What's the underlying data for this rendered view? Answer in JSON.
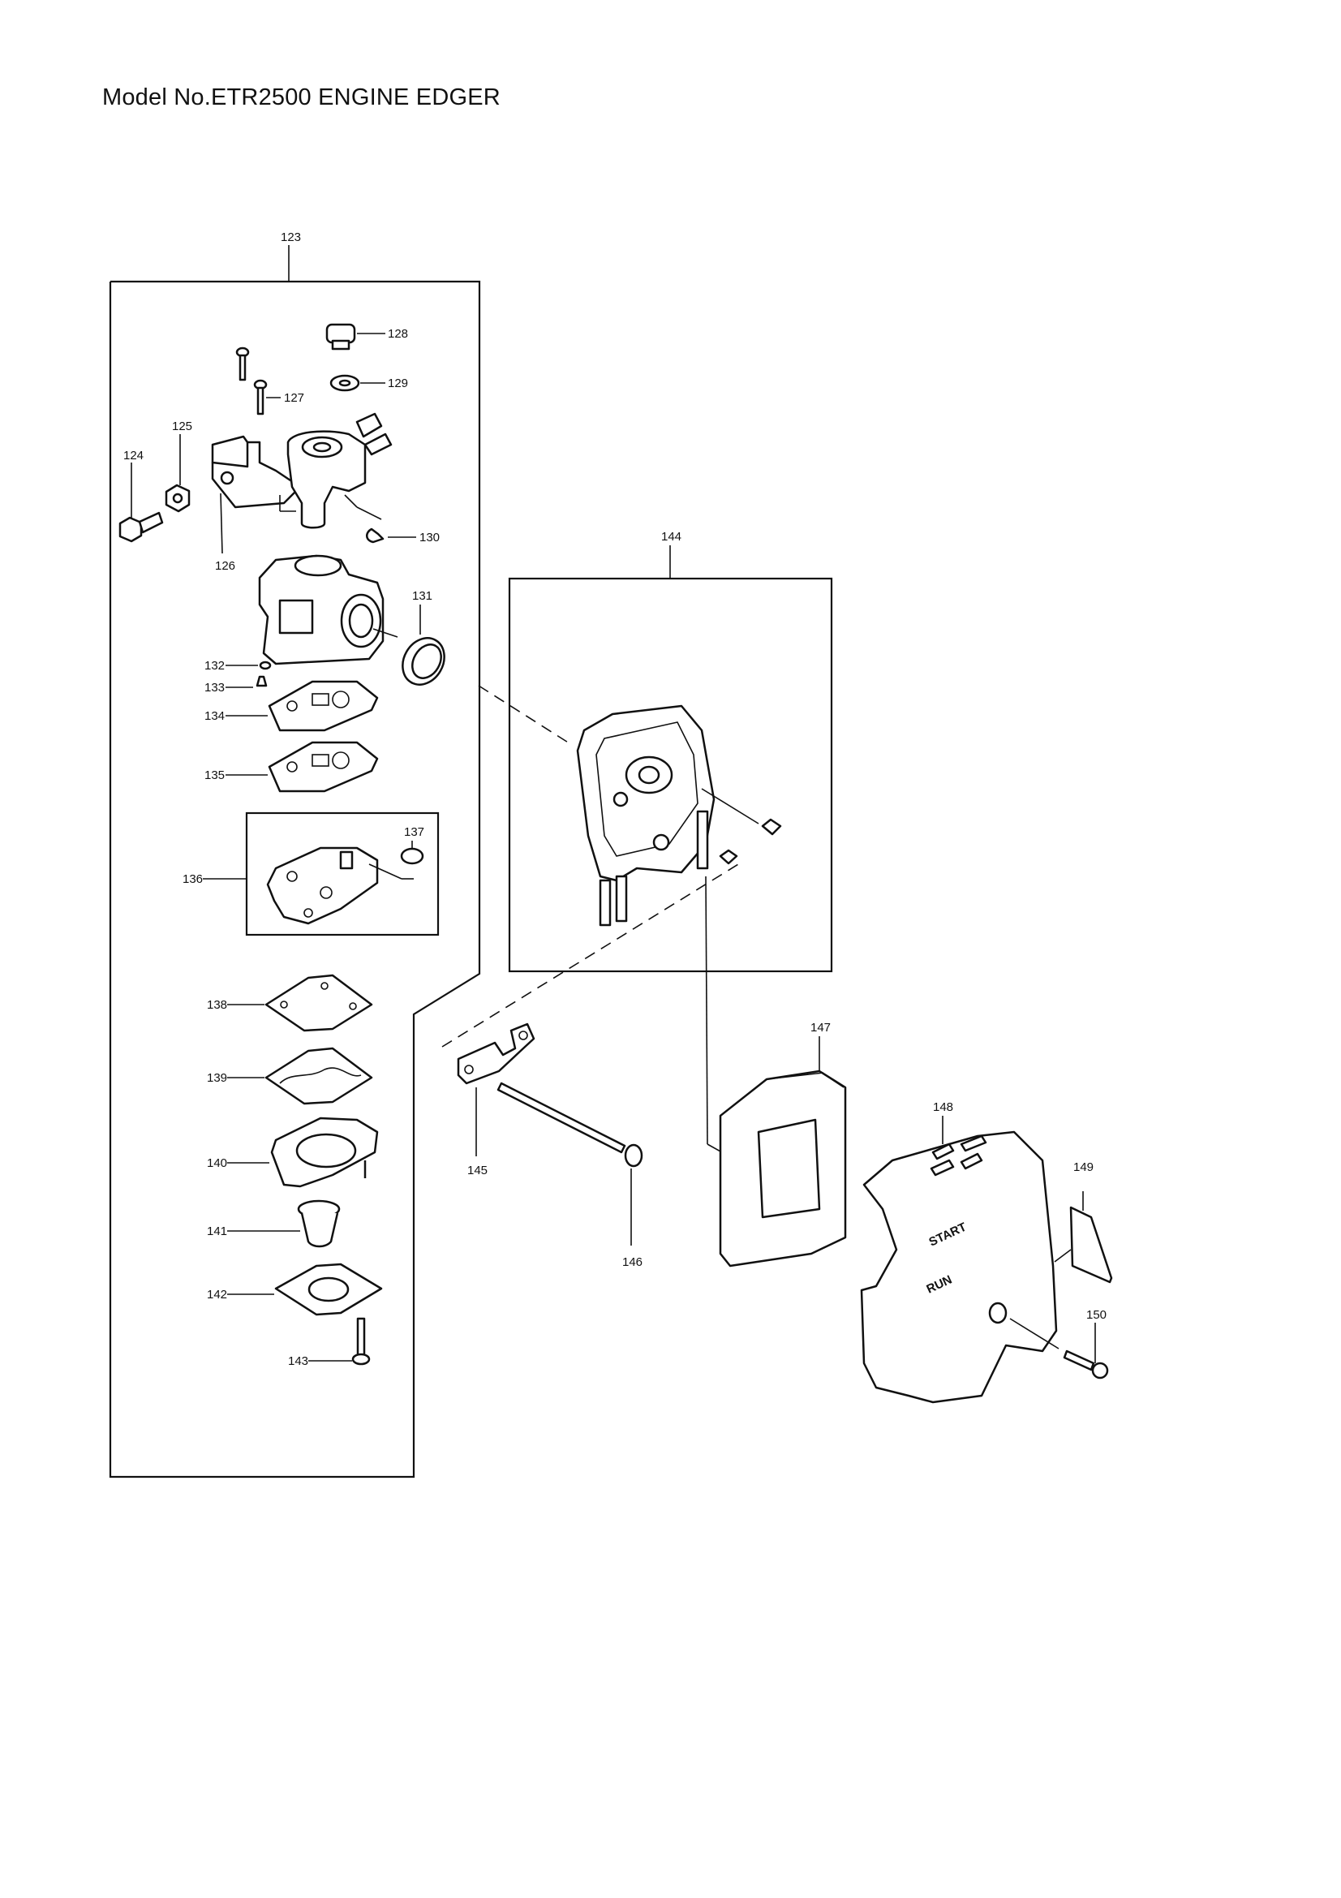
{
  "title": "Model No.ETR2500 ENGINE EDGER",
  "cover_text": {
    "start": "START",
    "run": "RUN"
  },
  "labels": {
    "p123": "123",
    "p124": "124",
    "p125": "125",
    "p126": "126",
    "p127": "127",
    "p128": "128",
    "p129": "129",
    "p130": "130",
    "p131": "131",
    "p132": "132",
    "p133": "133",
    "p134": "134",
    "p135": "135",
    "p136": "136",
    "p137": "137",
    "p138": "138",
    "p139": "139",
    "p140": "140",
    "p141": "141",
    "p142": "142",
    "p143": "143",
    "p144": "144",
    "p145": "145",
    "p146": "146",
    "p147": "147",
    "p148": "148",
    "p149": "149",
    "p150": "150"
  }
}
